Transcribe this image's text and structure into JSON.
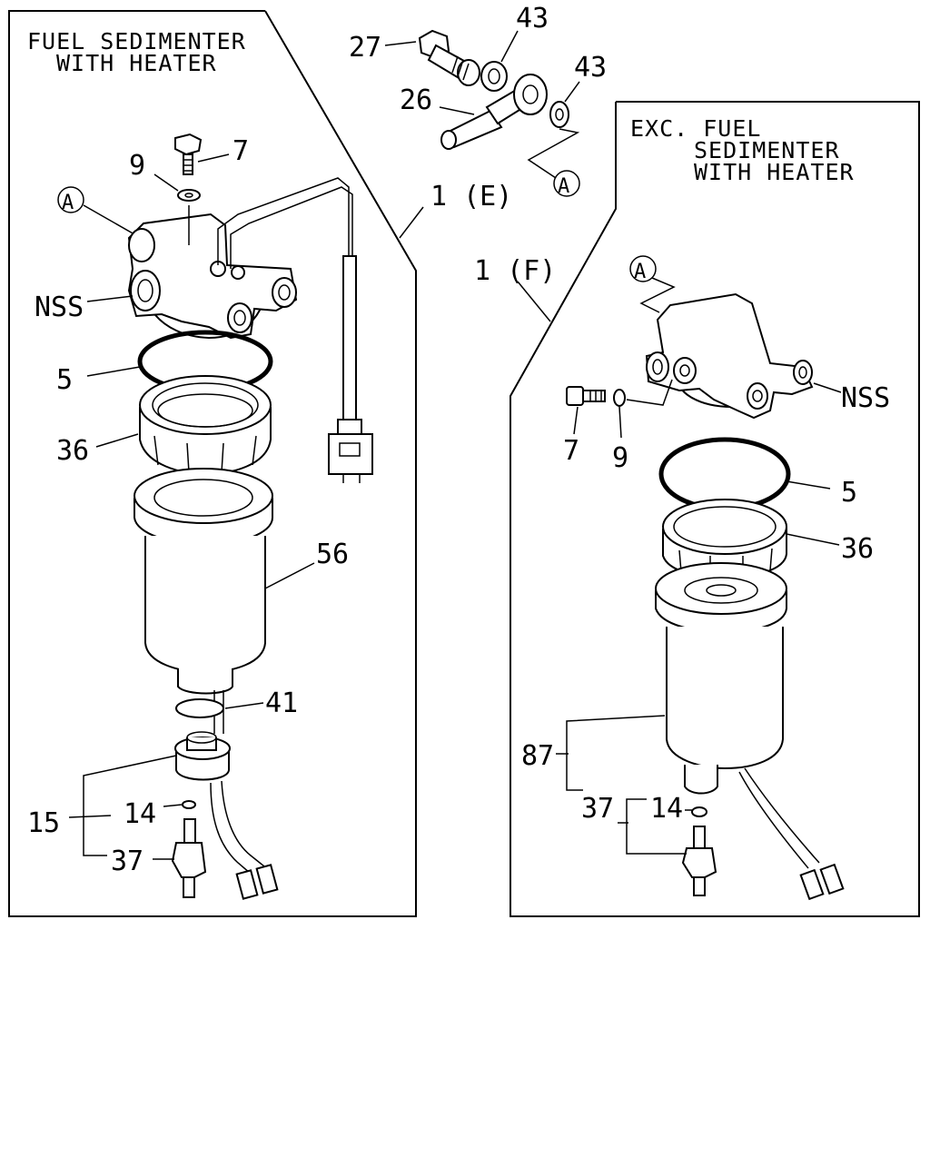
{
  "left_panel": {
    "title_line1": "FUEL SEDIMENTER",
    "title_line2": "WITH HEATER",
    "assembly_label": "1 (E)",
    "callouts": {
      "p7": "7",
      "p9": "9",
      "pA": "A",
      "nss": "NSS",
      "p5": "5",
      "p36": "36",
      "p56": "56",
      "p41": "41",
      "p15": "15",
      "p14": "14",
      "p37": "37"
    }
  },
  "right_panel": {
    "title_line1": "EXC. FUEL",
    "title_line2": "SEDIMENTER",
    "title_line3": "WITH HEATER",
    "assembly_label": "1 (F)",
    "callouts": {
      "pA": "A",
      "p7": "7",
      "p9": "9",
      "nss": "NSS",
      "p5": "5",
      "p36": "36",
      "p87": "87",
      "p37": "37",
      "p14": "14"
    }
  },
  "top_parts": {
    "p27": "27",
    "p43a": "43",
    "p26": "26",
    "p43b": "43",
    "pA": "A"
  }
}
